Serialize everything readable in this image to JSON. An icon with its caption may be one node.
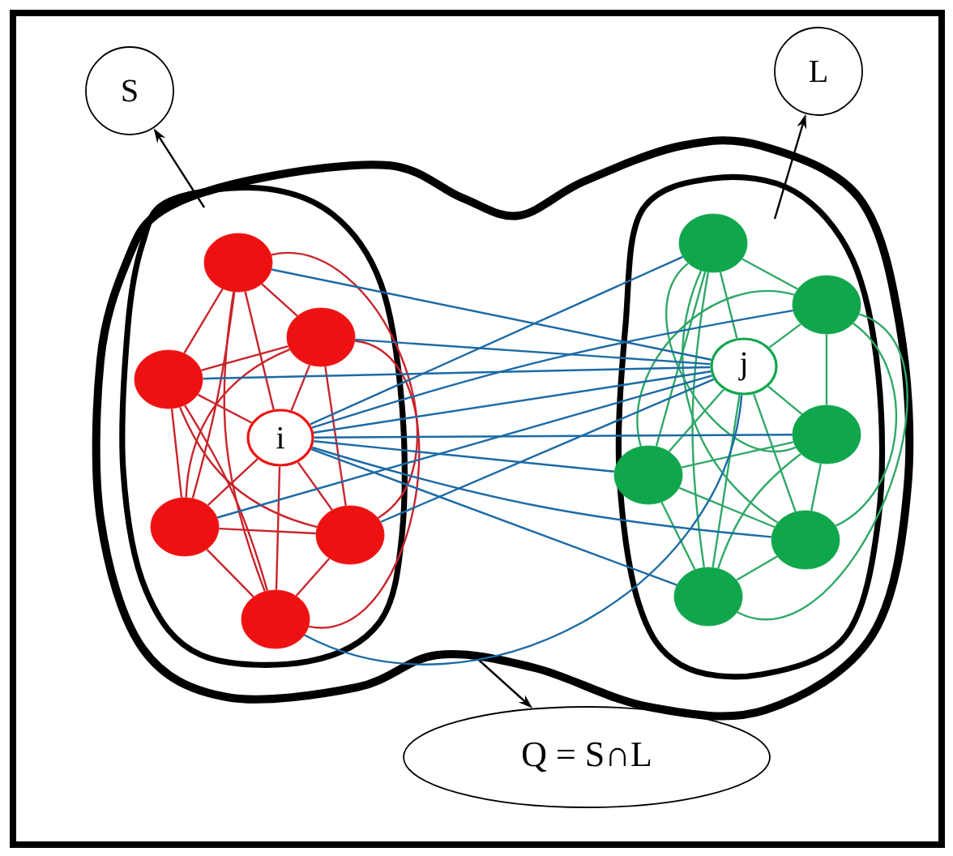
{
  "diagram": {
    "nodes": [
      {
        "text": [
          "S"
        ]
      },
      {
        "text": [
          "L"
        ]
      },
      {
        "text": [],
        "shape": "blob"
      },
      {
        "text": [],
        "shape": "blob",
        "in": 2
      },
      {
        "text": [],
        "shape": "blob",
        "in": 2
      },
      {
        "text": [],
        "shape": "circle",
        "in": 3
      },
      {
        "text": [],
        "shape": "circle",
        "in": 3
      },
      {
        "text": [],
        "shape": "circle",
        "in": 3
      },
      {
        "text": [
          "i"
        ],
        "in": 3
      },
      {
        "text": [],
        "shape": "circle",
        "in": 3
      },
      {
        "text": [],
        "shape": "circle",
        "in": 3
      },
      {
        "text": [],
        "shape": "circle",
        "in": 3
      },
      {
        "text": [],
        "shape": "circle",
        "in": 4
      },
      {
        "text": [],
        "shape": "circle",
        "in": 4
      },
      {
        "text": [
          "j"
        ],
        "in": 4
      },
      {
        "text": [],
        "shape": "circle",
        "in": 4
      },
      {
        "text": [],
        "shape": "circle",
        "in": 4
      },
      {
        "text": [],
        "shape": "circle",
        "in": 4
      },
      {
        "text": [],
        "shape": "circle",
        "in": 4
      },
      {
        "text": [
          "Q = S∩L"
        ]
      }
    ],
    "edges": [
      {
        "from": 3,
        "to": 0,
        "arrow": "to",
        "color": "#000000"
      },
      {
        "from": 4,
        "to": 1,
        "arrow": "to",
        "color": "#000000"
      },
      {
        "from": 2,
        "to": 19,
        "arrow": "to",
        "color": "#000000"
      },
      {
        "from": 5,
        "to": 6,
        "arrow": "none",
        "color": "#c8242b"
      },
      {
        "from": 5,
        "to": 7,
        "arrow": "none",
        "color": "#c8242b"
      },
      {
        "from": 5,
        "to": 8,
        "arrow": "none",
        "color": "#c8242b"
      },
      {
        "from": 5,
        "to": 9,
        "arrow": "none",
        "color": "#c8242b"
      },
      {
        "from": 5,
        "to": 10,
        "arrow": "none",
        "color": "#c8242b"
      },
      {
        "from": 5,
        "to": 11,
        "arrow": "none",
        "color": "#c8242b"
      },
      {
        "from": 6,
        "to": 7,
        "arrow": "none",
        "color": "#c8242b"
      },
      {
        "from": 6,
        "to": 8,
        "arrow": "none",
        "color": "#c8242b"
      },
      {
        "from": 6,
        "to": 9,
        "arrow": "none",
        "color": "#c8242b"
      },
      {
        "from": 6,
        "to": 10,
        "arrow": "none",
        "color": "#c8242b"
      },
      {
        "from": 6,
        "to": 11,
        "arrow": "none",
        "color": "#c8242b"
      },
      {
        "from": 7,
        "to": 8,
        "arrow": "none",
        "color": "#c8242b"
      },
      {
        "from": 7,
        "to": 9,
        "arrow": "none",
        "color": "#c8242b"
      },
      {
        "from": 7,
        "to": 10,
        "arrow": "none",
        "color": "#c8242b"
      },
      {
        "from": 7,
        "to": 11,
        "arrow": "none",
        "color": "#c8242b"
      },
      {
        "from": 8,
        "to": 9,
        "arrow": "none",
        "color": "#c8242b"
      },
      {
        "from": 8,
        "to": 10,
        "arrow": "none",
        "color": "#c8242b"
      },
      {
        "from": 8,
        "to": 11,
        "arrow": "none",
        "color": "#c8242b"
      },
      {
        "from": 9,
        "to": 10,
        "arrow": "none",
        "color": "#c8242b"
      },
      {
        "from": 9,
        "to": 11,
        "arrow": "none",
        "color": "#c8242b"
      },
      {
        "from": 10,
        "to": 11,
        "arrow": "none",
        "color": "#c8242b"
      },
      {
        "from": 12,
        "to": 13,
        "arrow": "none",
        "color": "#2fa866"
      },
      {
        "from": 12,
        "to": 14,
        "arrow": "none",
        "color": "#2fa866"
      },
      {
        "from": 12,
        "to": 15,
        "arrow": "none",
        "color": "#2fa866"
      },
      {
        "from": 12,
        "to": 16,
        "arrow": "none",
        "color": "#2fa866"
      },
      {
        "from": 12,
        "to": 17,
        "arrow": "none",
        "color": "#2fa866"
      },
      {
        "from": 12,
        "to": 18,
        "arrow": "none",
        "color": "#2fa866"
      },
      {
        "from": 13,
        "to": 14,
        "arrow": "none",
        "color": "#2fa866"
      },
      {
        "from": 13,
        "to": 15,
        "arrow": "none",
        "color": "#2fa866"
      },
      {
        "from": 13,
        "to": 16,
        "arrow": "none",
        "color": "#2fa866"
      },
      {
        "from": 13,
        "to": 17,
        "arrow": "none",
        "color": "#2fa866"
      },
      {
        "from": 13,
        "to": 18,
        "arrow": "none",
        "color": "#2fa866"
      },
      {
        "from": 14,
        "to": 15,
        "arrow": "none",
        "color": "#2fa866"
      },
      {
        "from": 14,
        "to": 16,
        "arrow": "none",
        "color": "#2fa866"
      },
      {
        "from": 14,
        "to": 17,
        "arrow": "none",
        "color": "#2fa866"
      },
      {
        "from": 14,
        "to": 18,
        "arrow": "none",
        "color": "#2fa866"
      },
      {
        "from": 15,
        "to": 16,
        "arrow": "none",
        "color": "#2fa866"
      },
      {
        "from": 15,
        "to": 17,
        "arrow": "none",
        "color": "#2fa866"
      },
      {
        "from": 15,
        "to": 18,
        "arrow": "none",
        "color": "#2fa866"
      },
      {
        "from": 16,
        "to": 17,
        "arrow": "none",
        "color": "#2fa866"
      },
      {
        "from": 16,
        "to": 18,
        "arrow": "none",
        "color": "#2fa866"
      },
      {
        "from": 17,
        "to": 18,
        "arrow": "none",
        "color": "#2fa866"
      },
      {
        "from": 8,
        "to": 12,
        "arrow": "none",
        "color": "#1b6aa5"
      },
      {
        "from": 8,
        "to": 13,
        "arrow": "none",
        "color": "#1b6aa5"
      },
      {
        "from": 8,
        "to": 14,
        "arrow": "none",
        "color": "#1b6aa5"
      },
      {
        "from": 8,
        "to": 15,
        "arrow": "none",
        "color": "#1b6aa5"
      },
      {
        "from": 8,
        "to": 16,
        "arrow": "none",
        "color": "#1b6aa5"
      },
      {
        "from": 8,
        "to": 17,
        "arrow": "none",
        "color": "#1b6aa5"
      },
      {
        "from": 8,
        "to": 18,
        "arrow": "none",
        "color": "#1b6aa5"
      },
      {
        "from": 14,
        "to": 5,
        "arrow": "none",
        "color": "#1b6aa5"
      },
      {
        "from": 14,
        "to": 6,
        "arrow": "none",
        "color": "#1b6aa5"
      },
      {
        "from": 14,
        "to": 7,
        "arrow": "none",
        "color": "#1b6aa5"
      },
      {
        "from": 14,
        "to": 9,
        "arrow": "none",
        "color": "#1b6aa5"
      },
      {
        "from": 14,
        "to": 10,
        "arrow": "none",
        "color": "#1b6aa5"
      },
      {
        "from": 14,
        "to": 11,
        "arrow": "none",
        "color": "#1b6aa5"
      }
    ]
  }
}
